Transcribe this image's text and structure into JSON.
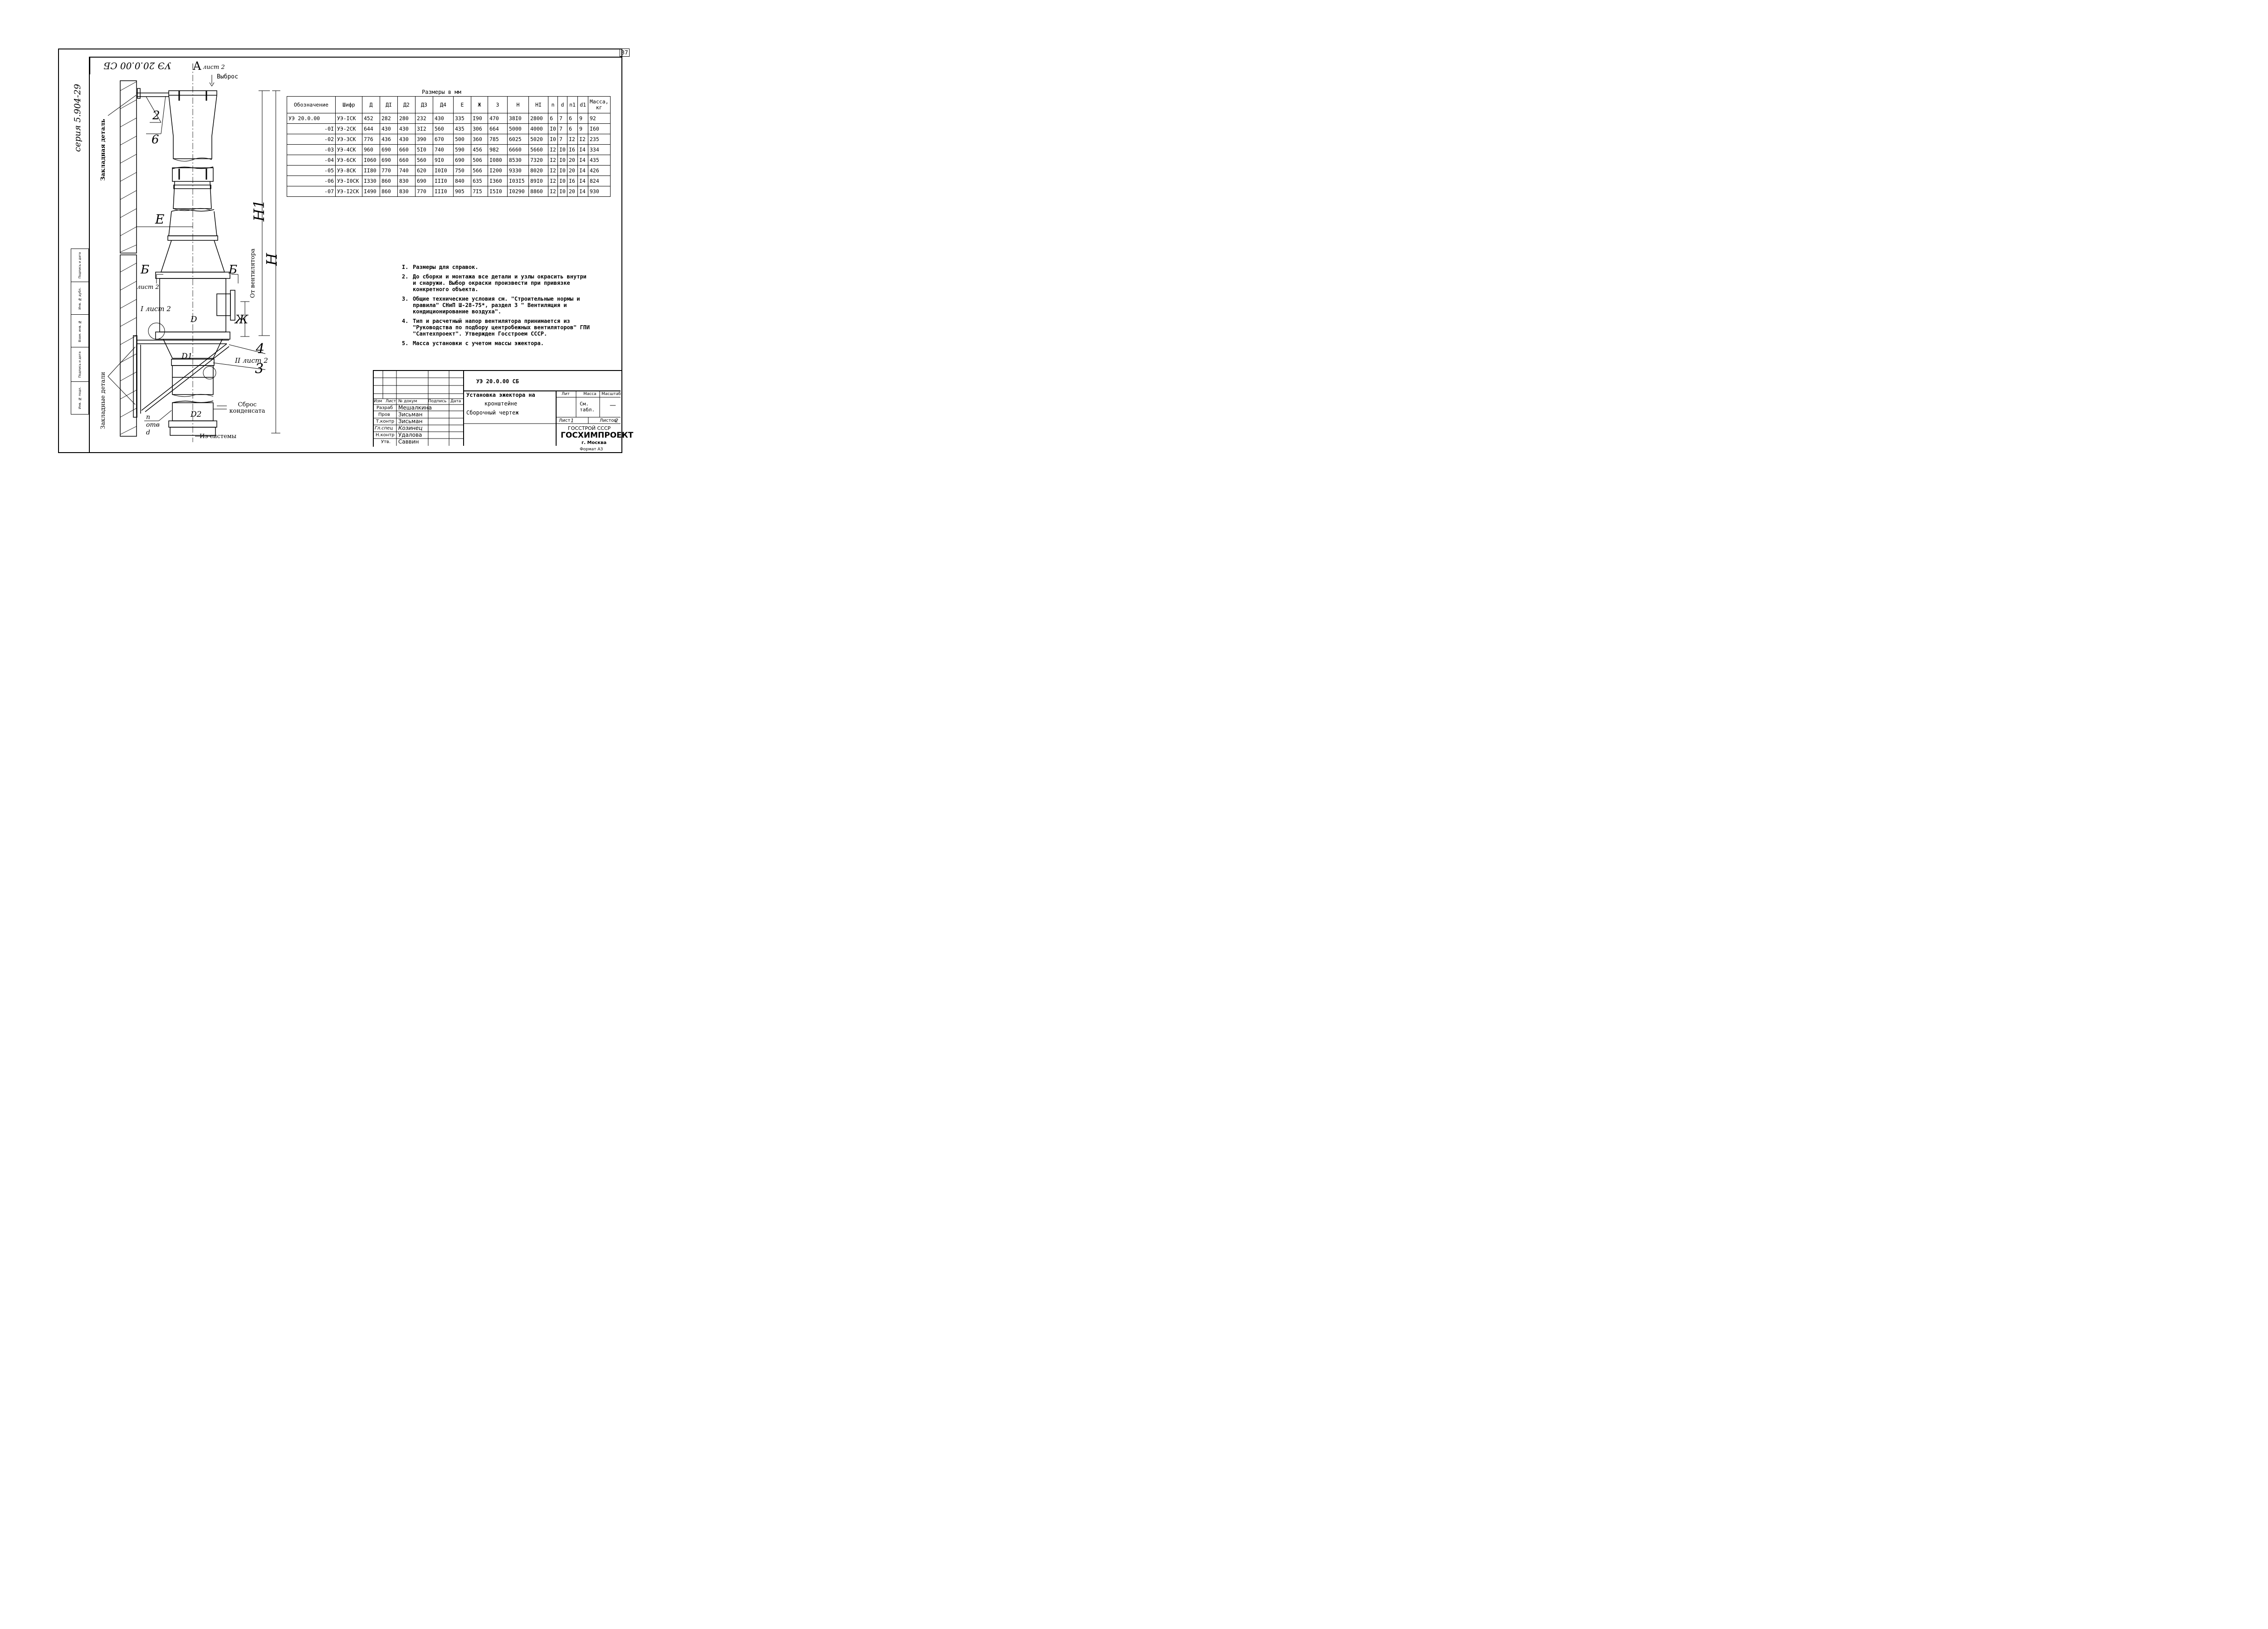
{
  "sheet_number": "37",
  "stamp_code": "УЭ 20.0.00 СБ",
  "series": "серия 5.904-29",
  "side_columns": [
    "Подпись и дата",
    "Инв. № дубл.",
    "Взам. инв. №",
    "Подпись и дата",
    "Инв. № подл."
  ],
  "table_caption": "Размеры в мм",
  "table": {
    "headers": [
      "Обозначение",
      "Шифр",
      "Д",
      "ДI",
      "Д2",
      "Д3",
      "Д4",
      "Е",
      "Ж",
      "З",
      "Н",
      "НI",
      "n",
      "d",
      "n1",
      "d1",
      "Масса, кг"
    ],
    "rows": [
      [
        "УЭ 20.0.00",
        "УЭ-IСК",
        "452",
        "282",
        "280",
        "232",
        "430",
        "335",
        "I90",
        "470",
        "38I0",
        "2800",
        "6",
        "7",
        "6",
        "9",
        "92"
      ],
      [
        "-0I",
        "УЭ-2СК",
        "644",
        "430",
        "430",
        "3I2",
        "560",
        "435",
        "306",
        "664",
        "5000",
        "4000",
        "I0",
        "7",
        "6",
        "9",
        "I60"
      ],
      [
        "-02",
        "УЭ-3СК",
        "776",
        "436",
        "430",
        "390",
        "670",
        "500",
        "360",
        "785",
        "6025",
        "5020",
        "I0",
        "7",
        "I2",
        "I2",
        "235"
      ],
      [
        "-03",
        "УЭ-4СК",
        "960",
        "690",
        "660",
        "5I0",
        "740",
        "590",
        "456",
        "982",
        "6660",
        "5660",
        "I2",
        "I0",
        "I6",
        "I4",
        "334"
      ],
      [
        "-04",
        "УЭ-6СК",
        "I060",
        "690",
        "660",
        "560",
        "9I0",
        "690",
        "506",
        "I080",
        "8530",
        "7320",
        "I2",
        "I0",
        "20",
        "I4",
        "435"
      ],
      [
        "-05",
        "УЭ-8СК",
        "II80",
        "770",
        "740",
        "620",
        "I0I0",
        "750",
        "566",
        "I200",
        "9330",
        "8020",
        "I2",
        "I0",
        "20",
        "I4",
        "426"
      ],
      [
        "-06",
        "УЭ-I0СК",
        "I330",
        "860",
        "830",
        "690",
        "III0",
        "840",
        "635",
        "I360",
        "I03I5",
        "89I0",
        "I2",
        "I0",
        "I6",
        "I4",
        "824"
      ],
      [
        "-07",
        "УЭ-I2СК",
        "I490",
        "860",
        "830",
        "770",
        "III0",
        "905",
        "7I5",
        "I5I0",
        "I0290",
        "8860",
        "I2",
        "I0",
        "20",
        "I4",
        "930"
      ]
    ]
  },
  "notes": [
    {
      "n": "I.",
      "text": "Размеры для справок."
    },
    {
      "n": "2.",
      "text": "До сборки и монтажа все детали и узлы окрасить внутри и снаружи. Выбор окраски произвести при привязке конкретного объекта."
    },
    {
      "n": "3.",
      "text": "Общие технические условия см. \"Строительные нормы и правила\" СНиП Ш-28-75*, раздел 3 \" Вентиляция и кондиционирование воздуха\"."
    },
    {
      "n": "4.",
      "text": "Тип и расчетный напор вентилятора принимается из \"Руководства по подбору центробежных вентиляторов\" ГПИ \"Сантехпроект\". Утвержден Госстроем СССР."
    },
    {
      "n": "5.",
      "text": "Масса установки с учетом массы эжектора."
    }
  ],
  "drawing_labels": {
    "view_a": "А",
    "view_a_sheet": "лист 2",
    "exhaust": "Выброс",
    "embedded_part": "Закладная деталь",
    "embedded_parts": "Закладные детали",
    "from_fan": "От вентилятора",
    "condensate": "Сброс конденсата",
    "from_system": "Из системы",
    "section_b": "Б",
    "section_b_sheet": "лист 2",
    "node_i": "I лист 2",
    "node_ii": "II лист 2",
    "holes": "n отв d",
    "pos_2": "2",
    "pos_6": "6",
    "pos_4": "4",
    "pos_3": "3",
    "dim_e": "Е",
    "dim_h1": "Н1",
    "dim_h": "Н",
    "dim_zh": "Ж",
    "dim_d": "D",
    "dim_d1": "D1",
    "dim_d2": "D2"
  },
  "title_block": {
    "code": "УЭ 20.0.00 СБ",
    "title_line1": "Установка эжектора на",
    "title_line2": "кронштейне",
    "title_line3": "Сборочный чертеж",
    "col_headers": [
      "Изм",
      "Лист",
      "№ докум",
      "Подпись",
      "Дата"
    ],
    "people": [
      {
        "role": "Разраб",
        "name": "Мешалкина"
      },
      {
        "role": "Пров",
        "name": "Зисьман"
      },
      {
        "role": "Т.контр",
        "name": "Зисьман"
      },
      {
        "role": "Гл.спец",
        "name": "Козинец"
      },
      {
        "role": "Н.контр",
        "name": "Удалова"
      },
      {
        "role": "Утв.",
        "name": "Саввин"
      }
    ],
    "lit_label": "Лит",
    "mass_label": "Масса",
    "scale_label": "Масштаб",
    "mass_value": "См. табл.",
    "scale_value": "—",
    "sheet_label": "Лист",
    "sheet_value": "1",
    "sheets_label": "Листов",
    "sheets_value": "2",
    "org1": "ГОССТРОЙ СССР",
    "org2": "ГОСХИМПРОЕКТ",
    "org3": "г. Москва",
    "format": "Формат А3"
  }
}
